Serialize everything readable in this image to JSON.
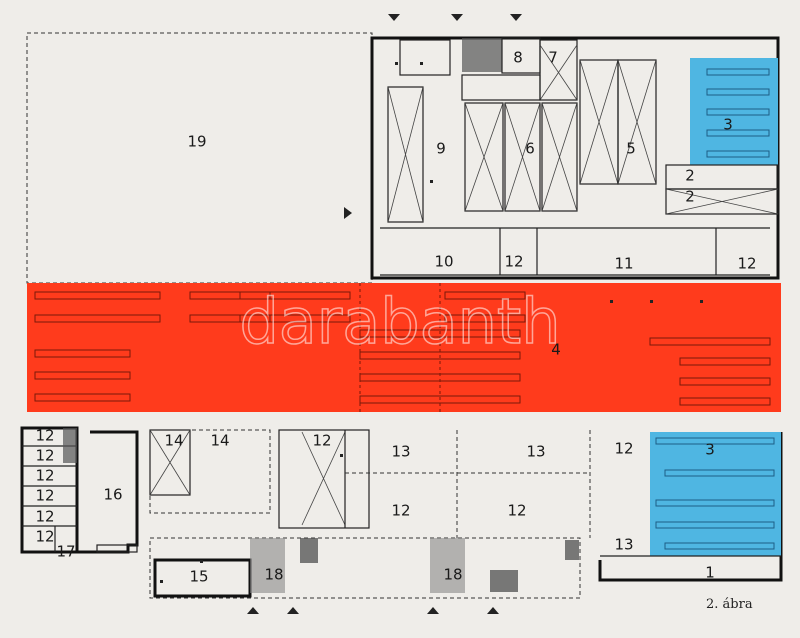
{
  "caption": "2. ábra",
  "watermark": "darabanth",
  "colors": {
    "background": "#efede9",
    "red_zone": "#ff3b1c",
    "blue_zone": "#4fb6e2"
  },
  "labels": {
    "l19": "19",
    "l9": "9",
    "l6": "6",
    "l5": "5",
    "l7": "7",
    "l8": "8",
    "l3a": "3",
    "l2a": "2",
    "l2b": "2",
    "l10": "10",
    "l12a": "12",
    "l11": "11",
    "l12b": "12",
    "l4": "4",
    "l12c": "12",
    "l12d": "12",
    "l12e": "12",
    "l12f": "12",
    "l12g": "12",
    "l12h": "12",
    "l16": "16",
    "l17": "17",
    "l14a": "14",
    "l14b": "14",
    "l12i": "12",
    "l13a": "13",
    "l13b": "13",
    "l12j": "12",
    "l12k": "12",
    "l12l": "12",
    "l3b": "3",
    "l13c": "13",
    "l1": "1",
    "l15": "15",
    "l18a": "18",
    "l18b": "18"
  },
  "icons": {
    "entrance": "arrow-entrance-icon"
  }
}
